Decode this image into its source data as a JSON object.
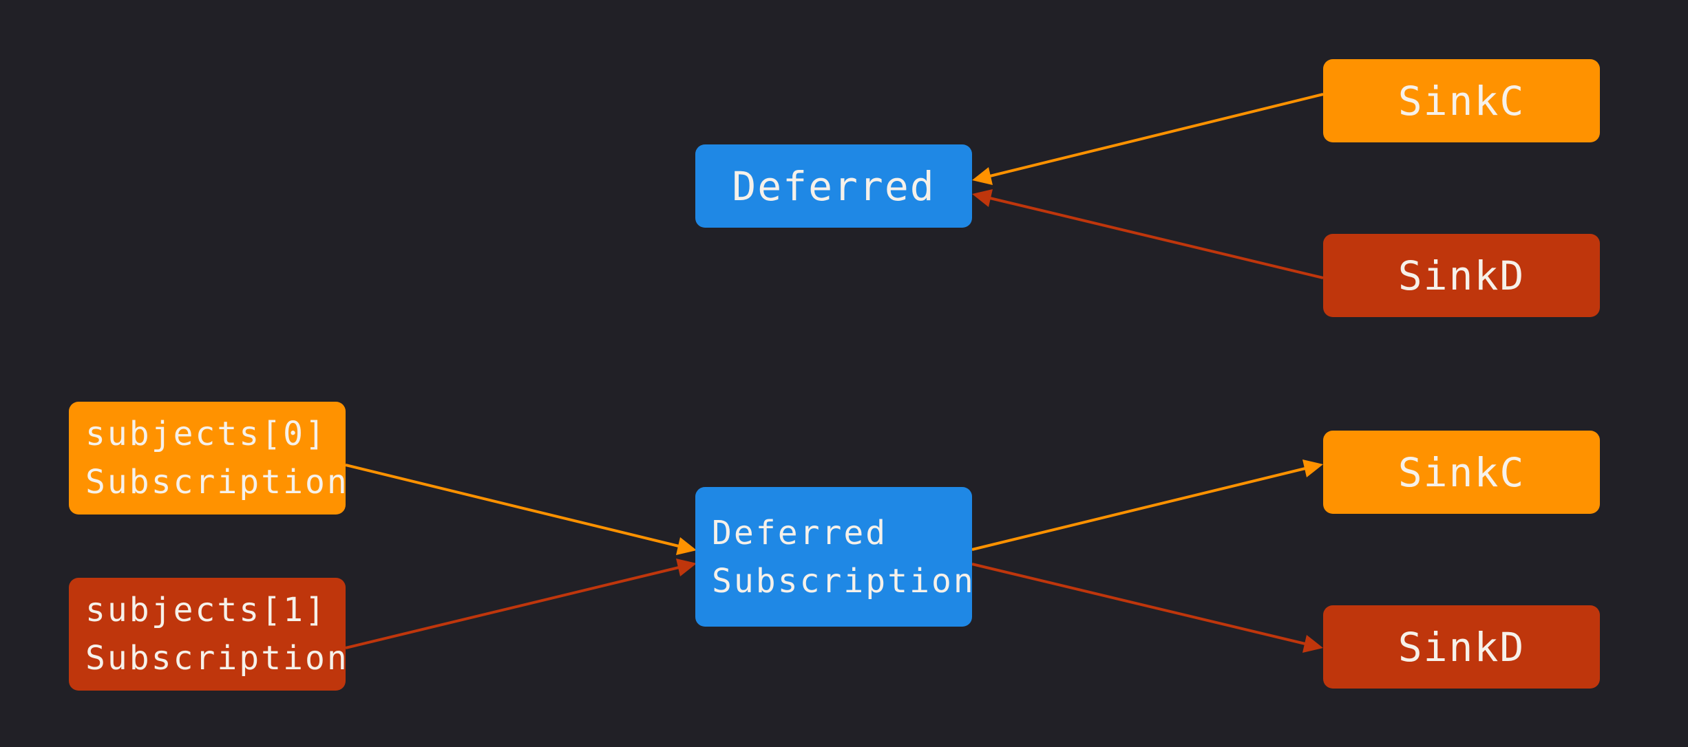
{
  "colors": {
    "background": "#212026",
    "blue": "#1f88e5",
    "orange": "#ff9200",
    "red": "#bf360c",
    "text": "#f6f1ea"
  },
  "top": {
    "deferred": {
      "label": "Deferred",
      "color": "#1f88e5"
    },
    "sink_c": {
      "label": "SinkC",
      "color": "#ff9200"
    },
    "sink_d": {
      "label": "SinkD",
      "color": "#bf360c"
    }
  },
  "bottom": {
    "subject_0": {
      "lines": [
        "subjects[0]",
        "Subscription"
      ],
      "color": "#ff9200"
    },
    "subject_1": {
      "lines": [
        "subjects[1]",
        "Subscription"
      ],
      "color": "#bf360c"
    },
    "deferred_subscription": {
      "lines": [
        "Deferred",
        "Subscription"
      ],
      "color": "#1f88e5"
    },
    "sink_c": {
      "label": "SinkC",
      "color": "#ff9200"
    },
    "sink_d": {
      "label": "SinkD",
      "color": "#bf360c"
    }
  },
  "edges": [
    {
      "from": "top.sink_c",
      "to": "top.deferred",
      "color": "#ff9200"
    },
    {
      "from": "top.sink_d",
      "to": "top.deferred",
      "color": "#bf360c"
    },
    {
      "from": "bottom.subject_0",
      "to": "bottom.deferred_subscription",
      "color": "#ff9200"
    },
    {
      "from": "bottom.subject_1",
      "to": "bottom.deferred_subscription",
      "color": "#bf360c"
    },
    {
      "from": "bottom.deferred_subscription",
      "to": "bottom.sink_c",
      "color": "#ff9200"
    },
    {
      "from": "bottom.deferred_subscription",
      "to": "bottom.sink_d",
      "color": "#bf360c"
    }
  ]
}
